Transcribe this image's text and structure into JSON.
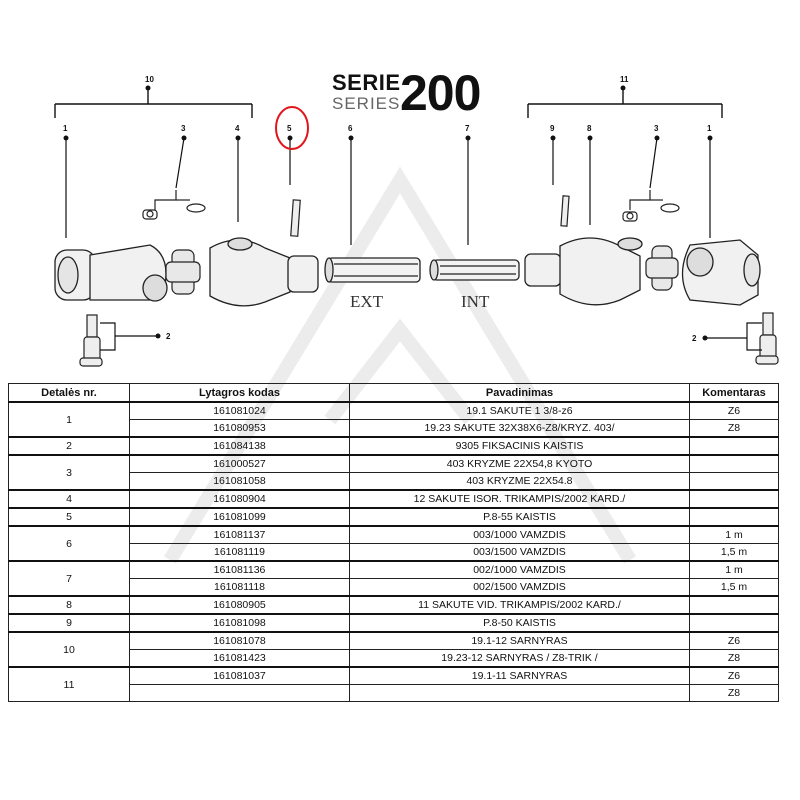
{
  "header": {
    "serie": "SERIE",
    "series": "SERIES",
    "number": "200"
  },
  "diagram": {
    "callouts": {
      "c10": "10",
      "c11": "11",
      "left_1": "1",
      "left_3": "3",
      "left_4": "4",
      "left_5": "5",
      "left_6": "6",
      "left_7": "7",
      "right_9": "9",
      "right_8": "8",
      "right_3": "3",
      "right_1": "1",
      "left_2": "2",
      "right_2": "2"
    },
    "ext_label": "EXT",
    "int_label": "INT",
    "highlight_color": "#e0161b"
  },
  "table": {
    "headers": [
      "Detalės nr.",
      "Lytagros kodas",
      "Pavadinimas",
      "Komentaras"
    ],
    "rows": [
      {
        "detail": "1",
        "code": "161081024",
        "name": "19.1 SAKUTE 1 3/8-z6",
        "comment": "Z6"
      },
      {
        "detail": "",
        "code": "161080953",
        "name": "19.23 SAKUTE 32X38X6-Z8/KRYZ. 403/",
        "comment": "Z8"
      },
      {
        "detail": "2",
        "code": "161084138",
        "name": "9305 FIKSACINIS KAISTIS",
        "comment": ""
      },
      {
        "detail": "3",
        "code": "161000527",
        "name": "403 KRYZME 22X54,8 KYOTO",
        "comment": ""
      },
      {
        "detail": "",
        "code": "161081058",
        "name": "403 KRYZME 22X54.8",
        "comment": ""
      },
      {
        "detail": "4",
        "code": "161080904",
        "name": "12 SAKUTE ISOR. TRIKAMPIS/2002 KARD./",
        "comment": ""
      },
      {
        "detail": "5",
        "code": "161081099",
        "name": "P.8-55 KAISTIS",
        "comment": ""
      },
      {
        "detail": "6",
        "code": "161081137",
        "name": "003/1000 VAMZDIS",
        "comment": "1 m"
      },
      {
        "detail": "",
        "code": "161081119",
        "name": "003/1500 VAMZDIS",
        "comment": "1,5 m"
      },
      {
        "detail": "7",
        "code": "161081136",
        "name": "002/1000 VAMZDIS",
        "comment": "1 m"
      },
      {
        "detail": "",
        "code": "161081118",
        "name": "002/1500 VAMZDIS",
        "comment": "1,5 m"
      },
      {
        "detail": "8",
        "code": "161080905",
        "name": "11 SAKUTE VID. TRIKAMPIS/2002 KARD./",
        "comment": ""
      },
      {
        "detail": "9",
        "code": "161081098",
        "name": "P.8-50 KAISTIS",
        "comment": ""
      },
      {
        "detail": "10",
        "code": "161081078",
        "name": "19.1-12 SARNYRAS",
        "comment": "Z6"
      },
      {
        "detail": "",
        "code": "161081423",
        "name": "19.23-12 SARNYRAS / Z8-TRIK /",
        "comment": "Z8"
      },
      {
        "detail": "11",
        "code": "161081037",
        "name": "19.1-11 SARNYRAS",
        "comment": "Z6"
      },
      {
        "detail": "",
        "code": "",
        "name": "",
        "comment": "Z8"
      }
    ]
  }
}
